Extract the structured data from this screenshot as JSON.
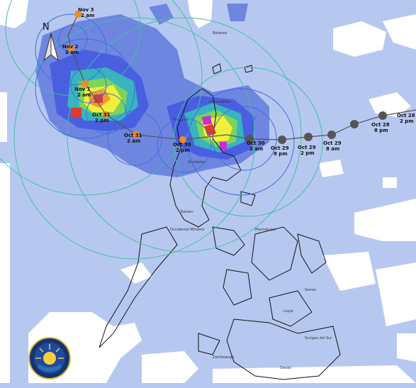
{
  "compass": {
    "letter": "N"
  },
  "track": {
    "past_points": [
      {
        "line1": "Oct 30",
        "line2": "2 am"
      },
      {
        "line1": "Oct 29",
        "line2": "8 pm"
      },
      {
        "line1": "Oct 29",
        "line2": "2 pm"
      },
      {
        "line1": "Oct 29",
        "line2": "8 am"
      },
      {
        "line1": "Oct 28",
        "line2": "8 pm"
      },
      {
        "line1": "Oct 28",
        "line2": "2 pm"
      }
    ],
    "forecast_points": [
      {
        "line1": "Oct 30",
        "line2": "2 pm"
      },
      {
        "line1": "Oct 31",
        "line2": "2 am"
      },
      {
        "line1": "Oct 31",
        "line2": "2 pm"
      },
      {
        "line1": "Nov 1",
        "line2": "2 am"
      },
      {
        "line1": "Nov 2",
        "line2": "2 am"
      },
      {
        "line1": "Nov 3",
        "line2": "2 am"
      }
    ]
  },
  "colors": {
    "ocean": "#b7c8f0",
    "cloud": "#ffffff",
    "land_outline": "#111111",
    "past_point": "#555555",
    "forecast_point": "#f28a1e",
    "cone_circle": "#3a6fe0",
    "wind_circle": "#3fc0a0"
  }
}
